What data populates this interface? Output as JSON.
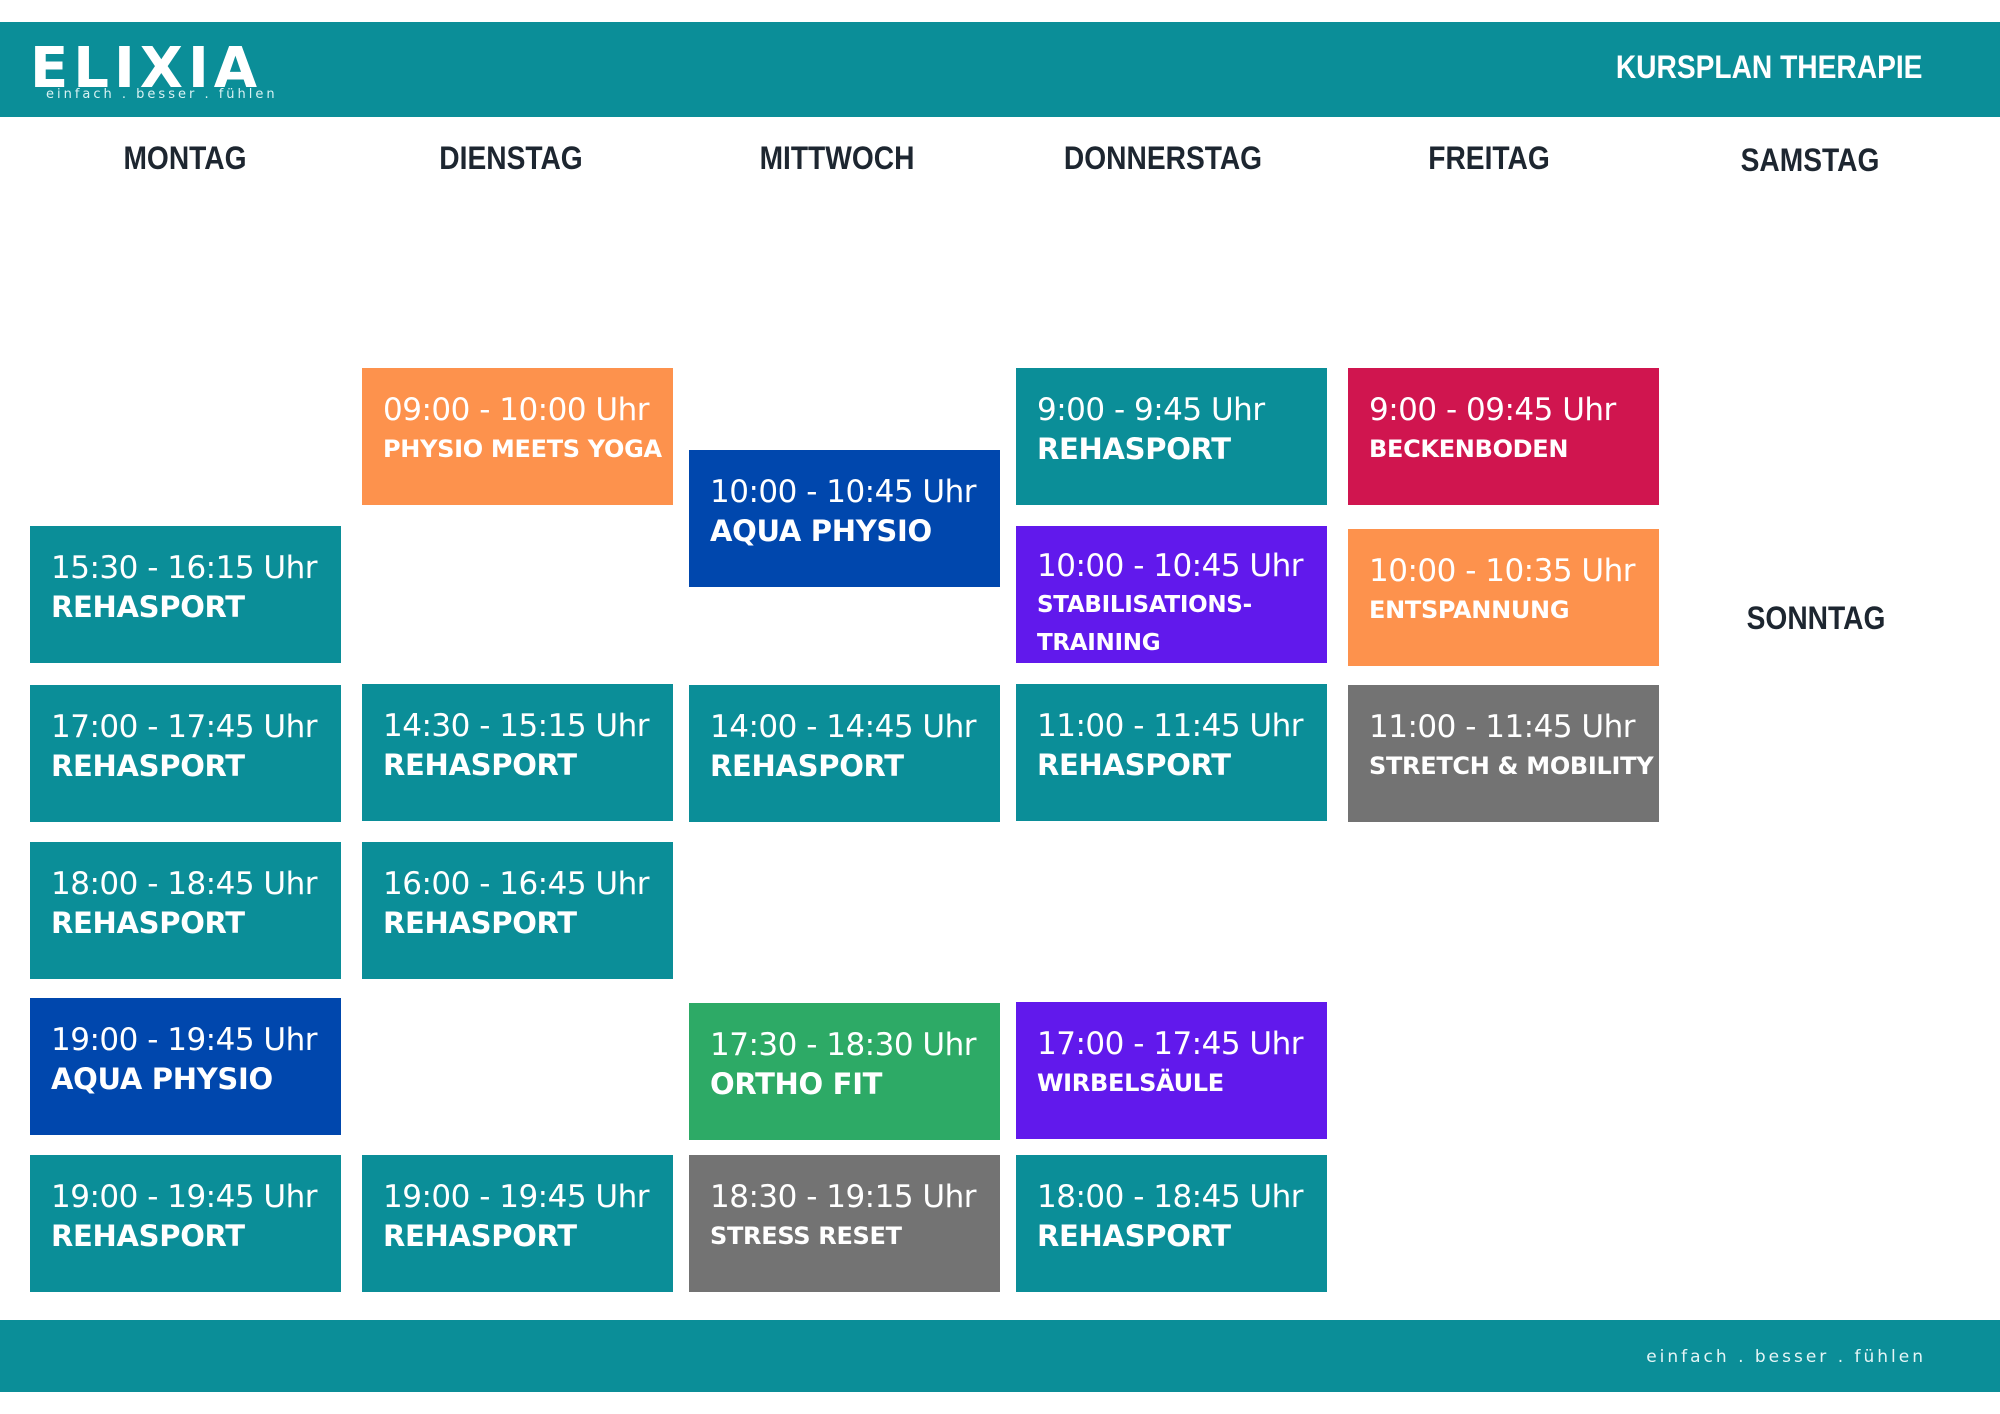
{
  "header": {
    "logo": "ELIXIA",
    "tagline": "einfach . besser . fühlen",
    "title": "KURSPLAN THERAPIE"
  },
  "days": [
    "MONTAG",
    "DIENSTAG",
    "MITTWOCH",
    "DONNERSTAG",
    "FREITAG",
    "SAMSTAG",
    "SONNTAG"
  ],
  "colors": {
    "teal": "#0b8e98",
    "orange": "#fd924d",
    "blue": "#0047ad",
    "purple": "#6119ec",
    "magenta": "#d0154f",
    "gray": "#737373",
    "green": "#2daa66"
  },
  "courses": {
    "mo1": {
      "time": "15:30 - 16:15 Uhr",
      "name": "REHASPORT"
    },
    "mo2": {
      "time": "17:00 - 17:45 Uhr",
      "name": "REHASPORT"
    },
    "mo3": {
      "time": "18:00 - 18:45 Uhr",
      "name": "REHASPORT"
    },
    "mo4": {
      "time": "19:00 - 19:45 Uhr",
      "name": "AQUA PHYSIO"
    },
    "mo5": {
      "time": "19:00 - 19:45 Uhr",
      "name": "REHASPORT"
    },
    "di1": {
      "time": "09:00 - 10:00 Uhr",
      "name": "PHYSIO MEETS YOGA"
    },
    "di2": {
      "time": "14:30 - 15:15 Uhr",
      "name": "REHASPORT"
    },
    "di3": {
      "time": "16:00 - 16:45 Uhr",
      "name": "REHASPORT"
    },
    "di4": {
      "time": "19:00 - 19:45 Uhr",
      "name": "REHASPORT"
    },
    "mi1": {
      "time": "10:00 - 10:45 Uhr",
      "name": "AQUA PHYSIO"
    },
    "mi2": {
      "time": "14:00 - 14:45 Uhr",
      "name": "REHASPORT"
    },
    "mi3": {
      "time": "17:30 - 18:30 Uhr",
      "name": "ORTHO FIT"
    },
    "mi4": {
      "time": "18:30 - 19:15 Uhr",
      "name": "STRESS RESET"
    },
    "do1": {
      "time": "9:00 - 9:45 Uhr",
      "name": "REHASPORT"
    },
    "do2": {
      "time": "10:00 - 10:45 Uhr",
      "name": "STABILISATIONS-TRAINING"
    },
    "do3": {
      "time": "11:00 - 11:45 Uhr",
      "name": "REHASPORT"
    },
    "do4": {
      "time": "17:00 - 17:45 Uhr",
      "name": "WIRBELSÄULE"
    },
    "do5": {
      "time": "18:00 - 18:45 Uhr",
      "name": "REHASPORT"
    },
    "fr1": {
      "time": "9:00 - 09:45 Uhr",
      "name": "BECKENBODEN"
    },
    "fr2": {
      "time": "10:00 - 10:35 Uhr",
      "name": "ENTSPANNUNG"
    },
    "fr3": {
      "time": "11:00 - 11:45 Uhr",
      "name": "STRETCH & MOBILITY"
    }
  },
  "footer": {
    "tagline": "einfach . besser . fühlen"
  }
}
